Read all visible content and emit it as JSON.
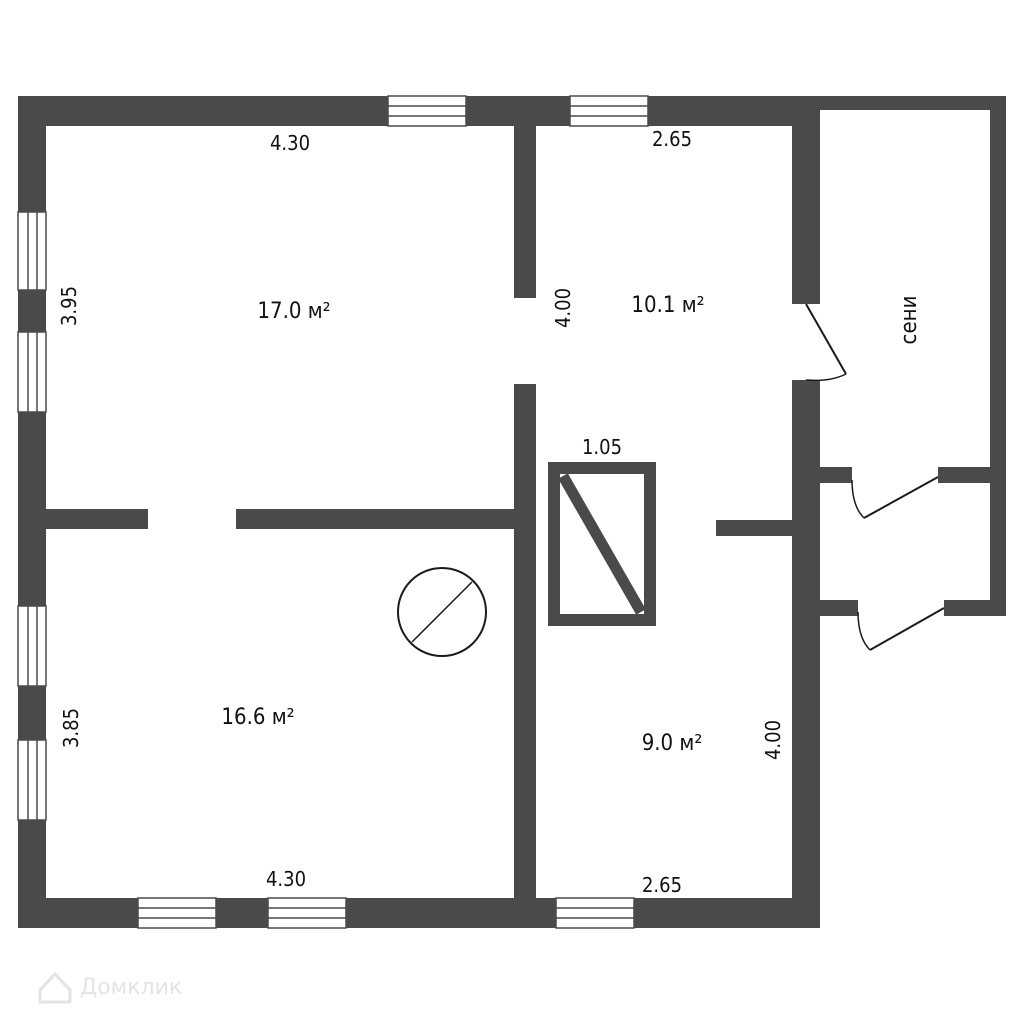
{
  "plan": {
    "rooms": [
      {
        "id": "room-1",
        "area": "17.0 м²"
      },
      {
        "id": "room-2",
        "area": "10.1 м²"
      },
      {
        "id": "room-3",
        "area": "16.6 м²"
      },
      {
        "id": "room-4",
        "area": "9.0 м²"
      },
      {
        "id": "room-5",
        "area": "сени"
      }
    ],
    "dimensions": {
      "room1_top": "4.30",
      "room1_left": "3.95",
      "room2_top": "2.65",
      "room2_left": "4.00",
      "stove_width": "1.05",
      "room3_left": "3.85",
      "room3_bottom": "4.30",
      "room4_right": "4.00",
      "room4_bottom": "2.65"
    },
    "watermark": "Домклик",
    "colors": {
      "wall": "#4a4a4a",
      "background": "#ffffff",
      "line": "#1a1a1a"
    }
  }
}
